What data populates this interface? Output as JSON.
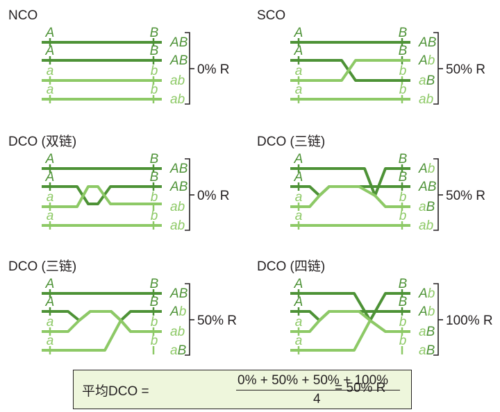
{
  "colors": {
    "dark": "#4d9236",
    "light": "#8dc966",
    "text": "#231f20",
    "box_fill": "#eef6dc"
  },
  "panels": [
    {
      "title": "NCO",
      "labels": [
        "AB",
        "AB",
        "ab",
        "ab"
      ],
      "result": "0% R"
    },
    {
      "title": "SCO",
      "labels": [
        "AB",
        "Ab",
        "aB",
        "ab"
      ],
      "result": "50% R"
    },
    {
      "title": "DCO (双链)",
      "labels": [
        "AB",
        "AB",
        "ab",
        "ab"
      ],
      "result": "0% R"
    },
    {
      "title": "DCO (三链)",
      "labels": [
        "Ab",
        "AB",
        "aB",
        "ab"
      ],
      "result": "50% R"
    },
    {
      "title": "DCO (三链)",
      "labels": [
        "AB",
        "Ab",
        "ab",
        "aB"
      ],
      "result": "50% R"
    },
    {
      "title": "DCO (四链)",
      "labels": [
        "Ab",
        "Ab",
        "aB",
        "aB"
      ],
      "result": "100% R"
    }
  ],
  "markers": {
    "A": "A",
    "a": "a",
    "B": "B",
    "b": "b"
  },
  "formula": {
    "lhs": "平均DCO =",
    "numerator": "0% + 50% + 50% + 100%",
    "denominator": "4",
    "rhs": "= 50% R"
  }
}
